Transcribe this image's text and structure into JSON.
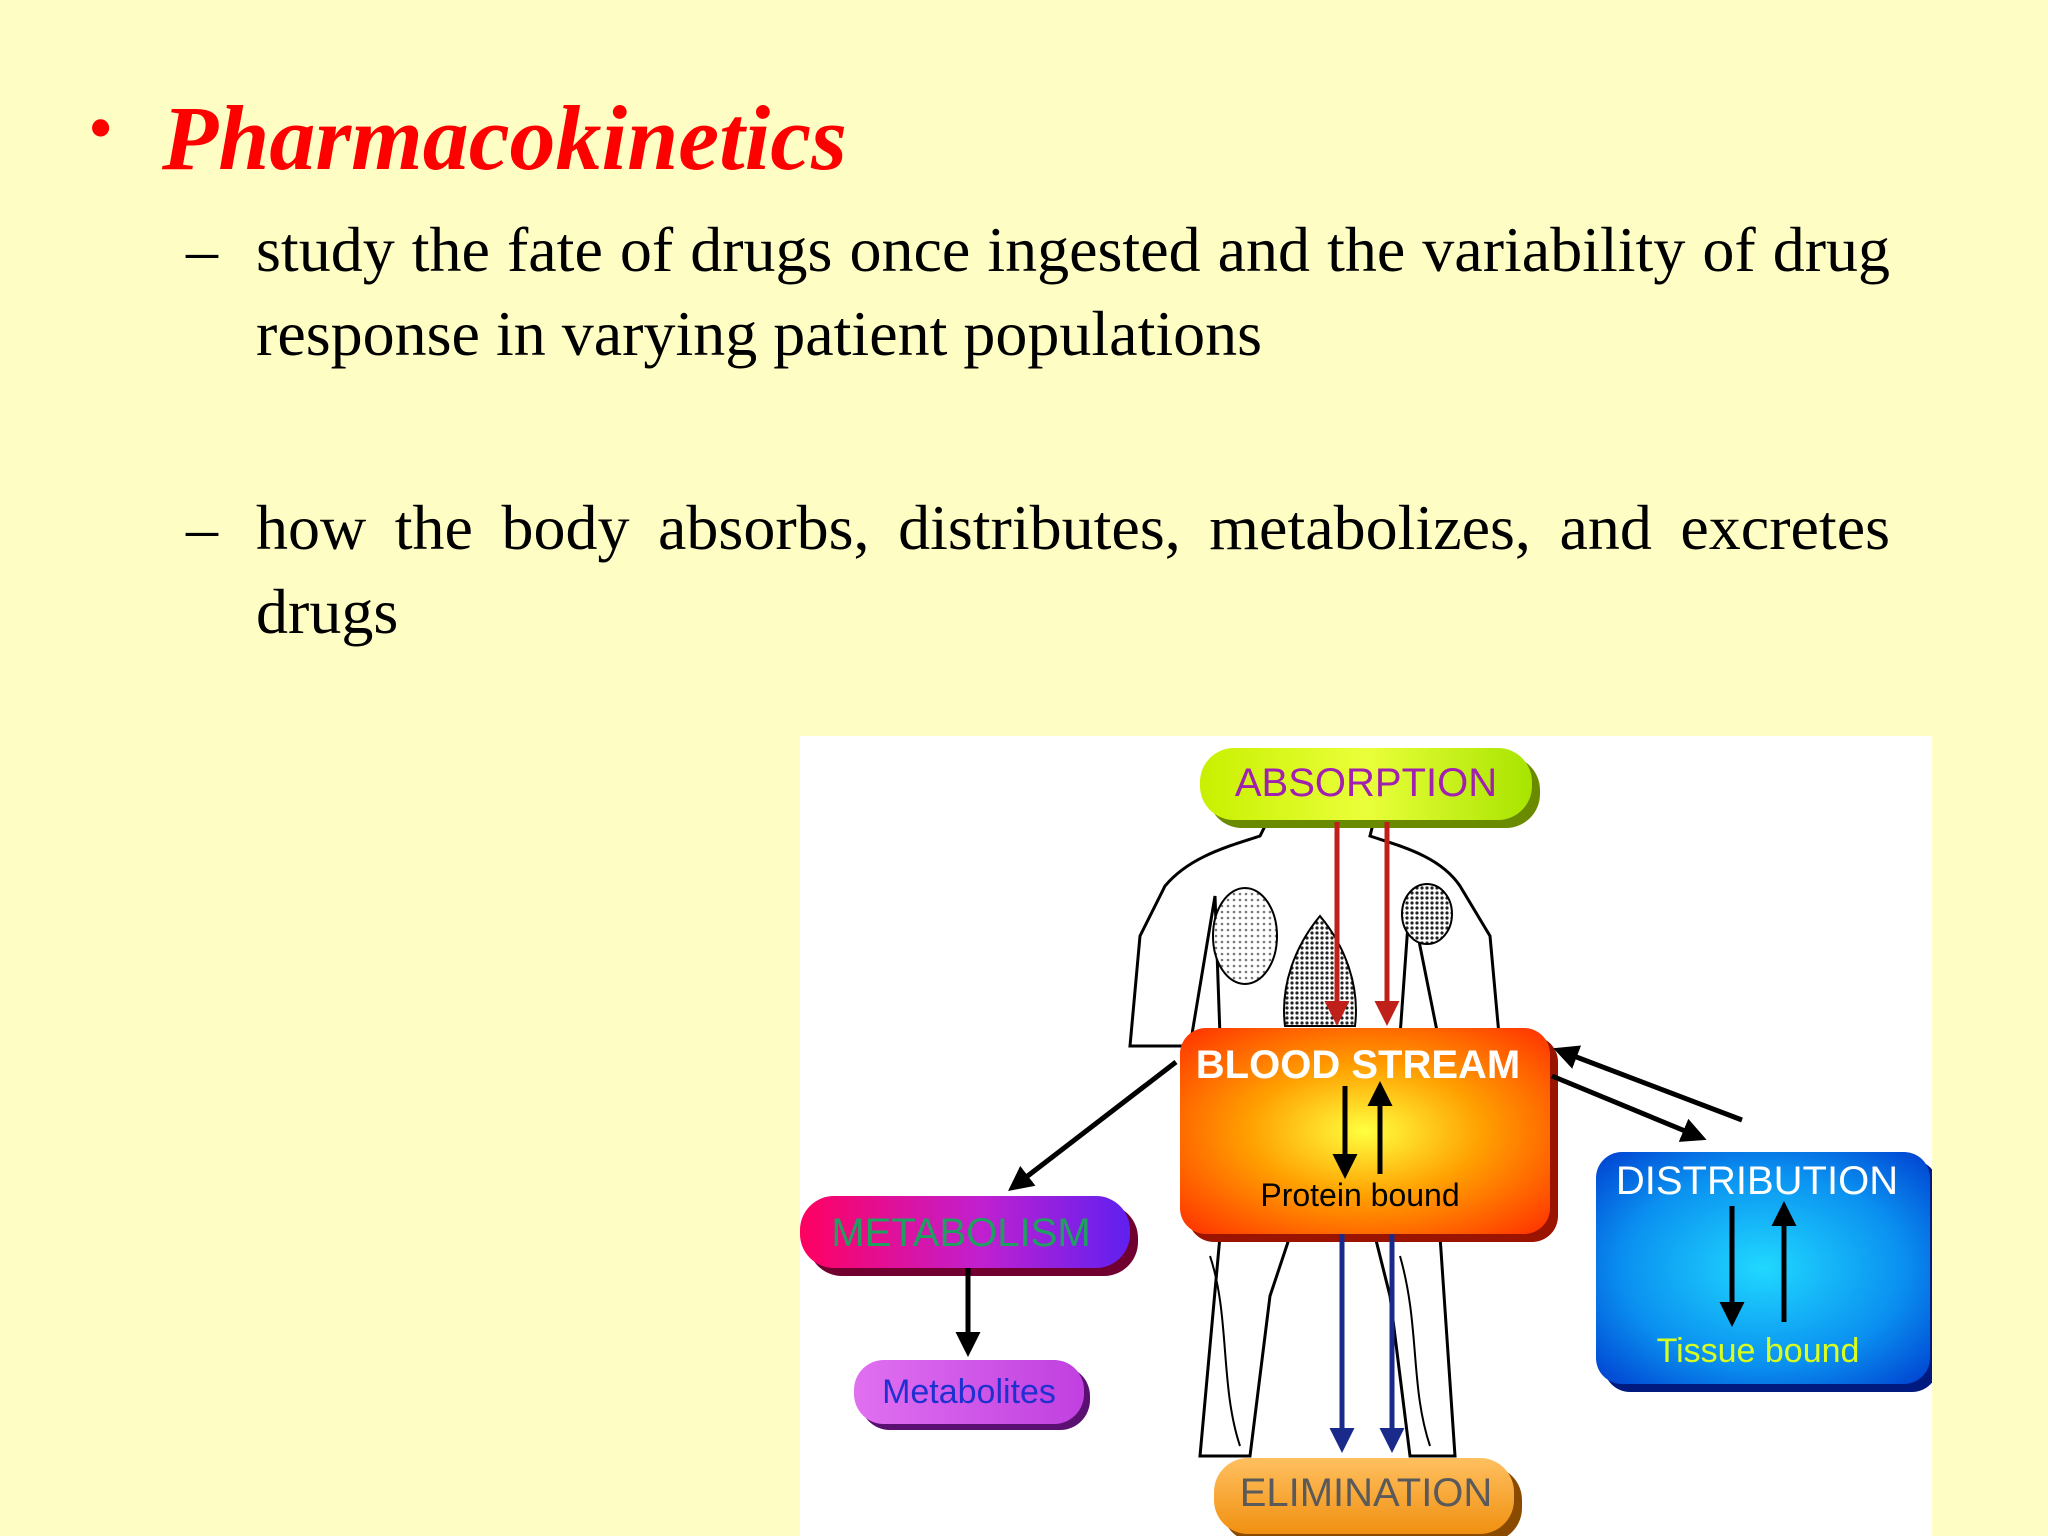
{
  "slide": {
    "title": "Pharmacokinetics",
    "bullet_symbol": "•",
    "subbullet_symbol": "–",
    "points": [
      "study the fate of drugs once ingested and the variability of drug response in varying patient populations",
      "how the body absorbs, distributes, metabolizes, and excretes drugs"
    ],
    "colors": {
      "background": "#fdfdc4",
      "title": "#ff0000",
      "text": "#000000"
    }
  },
  "diagram": {
    "absorption": "ABSORPTION",
    "blood_stream": "BLOOD STREAM",
    "protein_bound": "Protein bound",
    "distribution": "DISTRIBUTION",
    "tissue_bound": "Tissue bound",
    "metabolism": "METABOLISM",
    "metabolites": "Metabolites",
    "elimination": "ELIMINATION"
  }
}
